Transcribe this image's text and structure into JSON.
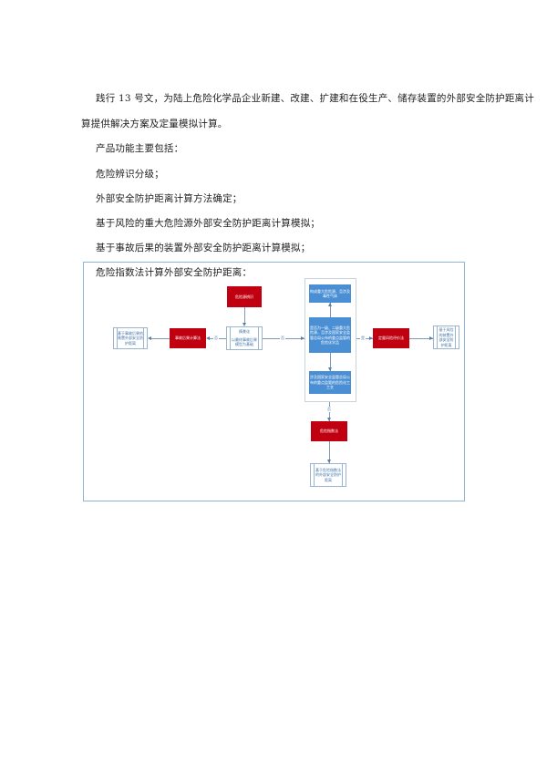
{
  "paragraphs": [
    "践行 13 号文，为陆上危险化学品企业新建、改建、扩建和在役生产、储存装置的外部安全防护距离计",
    "算提供解决方案及定量模拟计算。",
    "产品功能主要包括：",
    "危险辨识分级；",
    "外部安全防护距离计算方法确定；",
    "基于风险的重大危险源外部安全防护距离计算模拟；",
    "基于事故后果的装置外部安全防护距离计算模拟；",
    "危险指数法计算外部安全防护距离："
  ],
  "diagram": {
    "hazard_identification": "危险源辨识",
    "scenario_box": {
      "title": "情景化",
      "body": "以最终事故后果模型为基础"
    },
    "consequence_method": "事故后果计算法",
    "consequence_result": "基于事故后果的装置外部安全防护距离",
    "center_blue": [
      "构成重大危险源、且涉及毒性气体",
      "是否为一级、二级重大危险源，且涉及国家安全监管总局公布的重点监管的危险化学品",
      "涉及国家安全监管总局公布的重点监管的危险化工工艺"
    ],
    "qra_method": "定量风险评价法",
    "qra_result": "基于风险的装置外部安全防护距离",
    "index_method": "危险指数法",
    "index_result": "基于危险指数法的外部安全防护距离",
    "edge_labels": {
      "left_no": "否",
      "right_yes": "是",
      "mid_no": "否",
      "down_no": "否"
    }
  },
  "colors": {
    "red": "#c00010",
    "blue": "#4a8fd4",
    "frame": "#8fb4d9"
  }
}
